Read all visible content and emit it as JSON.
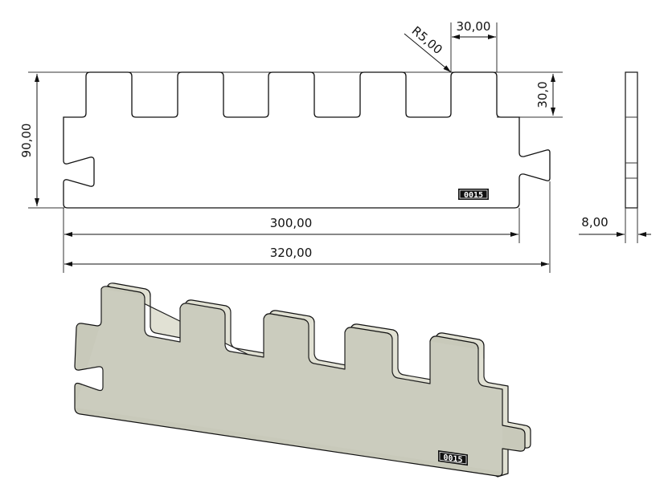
{
  "drawing": {
    "part_id": "0015",
    "colors": {
      "line": "#111111",
      "dim_line": "#333333",
      "face_fill": "#c8c9ba",
      "edge_fill": "#dcdccd",
      "tag_fill": "#111111",
      "tag_text": "#ffffff"
    },
    "front_view": {
      "dimensions": {
        "radius": "R5,00",
        "tooth_width": "30,00",
        "tooth_height": "30,0",
        "overall_height": "90,00",
        "body_length": "300,00",
        "overall_length": "320,00"
      },
      "tooth_count": 5,
      "label": "0015"
    },
    "side_view": {
      "dimensions": {
        "thickness": "8,00"
      }
    },
    "iso_view": {
      "label": "0015",
      "tooth_count": 5
    }
  }
}
